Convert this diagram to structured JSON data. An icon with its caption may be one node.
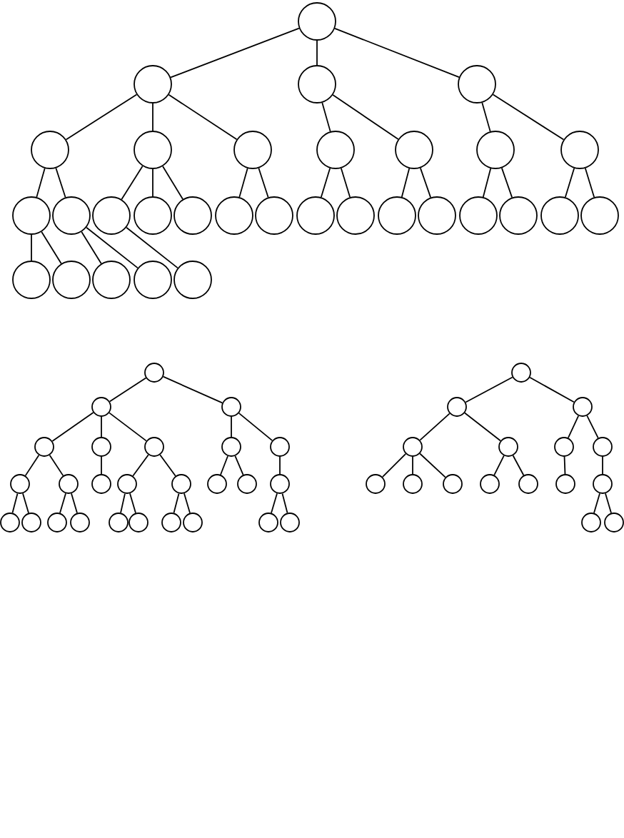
{
  "diagram": {
    "nodes": [
      {
        "text": [],
        "shape": "circle"
      },
      {
        "text": [],
        "shape": "circle"
      },
      {
        "text": [],
        "shape": "circle"
      },
      {
        "text": [],
        "shape": "circle"
      },
      {
        "text": [],
        "shape": "circle"
      },
      {
        "text": [],
        "shape": "circle"
      },
      {
        "text": [],
        "shape": "circle"
      },
      {
        "text": [],
        "shape": "circle"
      },
      {
        "text": [],
        "shape": "circle"
      },
      {
        "text": [],
        "shape": "circle"
      },
      {
        "text": [],
        "shape": "circle"
      },
      {
        "text": [],
        "shape": "circle"
      },
      {
        "text": [],
        "shape": "circle"
      },
      {
        "text": [],
        "shape": "circle"
      },
      {
        "text": [],
        "shape": "circle"
      },
      {
        "text": [],
        "shape": "circle"
      },
      {
        "text": [],
        "shape": "circle"
      },
      {
        "text": [],
        "shape": "circle"
      },
      {
        "text": [],
        "shape": "circle"
      },
      {
        "text": [],
        "shape": "circle"
      },
      {
        "text": [],
        "shape": "circle"
      },
      {
        "text": [],
        "shape": "circle"
      },
      {
        "text": [],
        "shape": "circle"
      },
      {
        "text": [],
        "shape": "circle"
      },
      {
        "text": [],
        "shape": "circle"
      },
      {
        "text": [],
        "shape": "circle"
      },
      {
        "text": [],
        "shape": "circle"
      },
      {
        "text": [],
        "shape": "circle"
      },
      {
        "text": [],
        "shape": "circle"
      },
      {
        "text": [],
        "shape": "circle"
      },
      {
        "text": [],
        "shape": "circle"
      },
      {
        "text": [],
        "shape": "circle"
      },
      {
        "text": [],
        "shape": "circle"
      },
      {
        "text": [],
        "shape": "circle"
      },
      {
        "text": [],
        "shape": "circle"
      },
      {
        "text": [],
        "shape": "circle"
      },
      {
        "text": [],
        "shape": "circle"
      },
      {
        "text": [],
        "shape": "circle"
      },
      {
        "text": [],
        "shape": "circle"
      },
      {
        "text": [],
        "shape": "circle"
      },
      {
        "text": [],
        "shape": "circle"
      },
      {
        "text": [],
        "shape": "circle"
      },
      {
        "text": [],
        "shape": "circle"
      },
      {
        "text": [],
        "shape": "circle"
      },
      {
        "text": [],
        "shape": "circle"
      },
      {
        "text": [],
        "shape": "circle"
      },
      {
        "text": [],
        "shape": "circle"
      },
      {
        "text": [],
        "shape": "circle"
      },
      {
        "text": [],
        "shape": "circle"
      },
      {
        "text": [],
        "shape": "circle"
      },
      {
        "text": [],
        "shape": "circle"
      },
      {
        "text": [],
        "shape": "circle"
      },
      {
        "text": [],
        "shape": "circle"
      },
      {
        "text": [],
        "shape": "circle"
      },
      {
        "text": [],
        "shape": "circle"
      },
      {
        "text": [],
        "shape": "circle"
      },
      {
        "text": [],
        "shape": "circle"
      },
      {
        "text": [],
        "shape": "circle"
      },
      {
        "text": [],
        "shape": "circle"
      },
      {
        "text": [],
        "shape": "circle"
      },
      {
        "text": [],
        "shape": "circle"
      },
      {
        "text": [],
        "shape": "circle"
      },
      {
        "text": [],
        "shape": "circle"
      },
      {
        "text": [],
        "shape": "circle"
      },
      {
        "text": [],
        "shape": "circle"
      },
      {
        "text": [],
        "shape": "circle"
      },
      {
        "text": [],
        "shape": "circle"
      },
      {
        "text": [],
        "shape": "circle"
      },
      {
        "text": [],
        "shape": "circle"
      },
      {
        "text": [],
        "shape": "circle"
      },
      {
        "text": [],
        "shape": "circle"
      },
      {
        "text": [],
        "shape": "circle"
      },
      {
        "text": [],
        "shape": "circle"
      }
    ],
    "edges": [
      {
        "from": 0,
        "to": 1,
        "arrow": "none"
      },
      {
        "from": 0,
        "to": 2,
        "arrow": "none"
      },
      {
        "from": 0,
        "to": 3,
        "arrow": "none"
      },
      {
        "from": 1,
        "to": 4,
        "arrow": "none"
      },
      {
        "from": 1,
        "to": 5,
        "arrow": "none"
      },
      {
        "from": 1,
        "to": 6,
        "arrow": "none"
      },
      {
        "from": 2,
        "to": 7,
        "arrow": "none"
      },
      {
        "from": 2,
        "to": 8,
        "arrow": "none"
      },
      {
        "from": 3,
        "to": 9,
        "arrow": "none"
      },
      {
        "from": 3,
        "to": 10,
        "arrow": "none"
      },
      {
        "from": 4,
        "to": 11,
        "arrow": "none"
      },
      {
        "from": 4,
        "to": 12,
        "arrow": "none"
      },
      {
        "from": 5,
        "to": 13,
        "arrow": "none"
      },
      {
        "from": 5,
        "to": 14,
        "arrow": "none"
      },
      {
        "from": 5,
        "to": 15,
        "arrow": "none"
      },
      {
        "from": 6,
        "to": 16,
        "arrow": "none"
      },
      {
        "from": 6,
        "to": 17,
        "arrow": "none"
      },
      {
        "from": 7,
        "to": 18,
        "arrow": "none"
      },
      {
        "from": 7,
        "to": 19,
        "arrow": "none"
      },
      {
        "from": 8,
        "to": 20,
        "arrow": "none"
      },
      {
        "from": 8,
        "to": 21,
        "arrow": "none"
      },
      {
        "from": 9,
        "to": 22,
        "arrow": "none"
      },
      {
        "from": 9,
        "to": 23,
        "arrow": "none"
      },
      {
        "from": 10,
        "to": 24,
        "arrow": "none"
      },
      {
        "from": 10,
        "to": 25,
        "arrow": "none"
      },
      {
        "from": 11,
        "to": 26,
        "arrow": "none"
      },
      {
        "from": 11,
        "to": 27,
        "arrow": "none"
      },
      {
        "from": 12,
        "to": 28,
        "arrow": "none"
      },
      {
        "from": 12,
        "to": 29,
        "arrow": "none"
      },
      {
        "from": 13,
        "to": 30,
        "arrow": "none"
      },
      {
        "from": 31,
        "to": 32,
        "arrow": "none"
      },
      {
        "from": 31,
        "to": 33,
        "arrow": "none"
      },
      {
        "from": 32,
        "to": 34,
        "arrow": "none"
      },
      {
        "from": 32,
        "to": 35,
        "arrow": "none"
      },
      {
        "from": 32,
        "to": 36,
        "arrow": "none"
      },
      {
        "from": 33,
        "to": 37,
        "arrow": "none"
      },
      {
        "from": 33,
        "to": 38,
        "arrow": "none"
      },
      {
        "from": 34,
        "to": 39,
        "arrow": "none"
      },
      {
        "from": 34,
        "to": 40,
        "arrow": "none"
      },
      {
        "from": 35,
        "to": 41,
        "arrow": "none"
      },
      {
        "from": 36,
        "to": 42,
        "arrow": "none"
      },
      {
        "from": 36,
        "to": 43,
        "arrow": "none"
      },
      {
        "from": 37,
        "to": 44,
        "arrow": "none"
      },
      {
        "from": 37,
        "to": 45,
        "arrow": "none"
      },
      {
        "from": 38,
        "to": 46,
        "arrow": "none"
      },
      {
        "from": 39,
        "to": 47,
        "arrow": "none"
      },
      {
        "from": 39,
        "to": 48,
        "arrow": "none"
      },
      {
        "from": 40,
        "to": 49,
        "arrow": "none"
      },
      {
        "from": 40,
        "to": 50,
        "arrow": "none"
      },
      {
        "from": 42,
        "to": 51,
        "arrow": "none"
      },
      {
        "from": 42,
        "to": 52,
        "arrow": "none"
      },
      {
        "from": 43,
        "to": 53,
        "arrow": "none"
      },
      {
        "from": 43,
        "to": 54,
        "arrow": "none"
      },
      {
        "from": 46,
        "to": 55,
        "arrow": "none"
      },
      {
        "from": 46,
        "to": 56,
        "arrow": "none"
      },
      {
        "from": 57,
        "to": 58,
        "arrow": "none"
      },
      {
        "from": 57,
        "to": 59,
        "arrow": "none"
      },
      {
        "from": 58,
        "to": 60,
        "arrow": "none"
      },
      {
        "from": 58,
        "to": 61,
        "arrow": "none"
      },
      {
        "from": 59,
        "to": 62,
        "arrow": "none"
      },
      {
        "from": 59,
        "to": 63,
        "arrow": "none"
      },
      {
        "from": 60,
        "to": 64,
        "arrow": "none"
      },
      {
        "from": 60,
        "to": 65,
        "arrow": "none"
      },
      {
        "from": 60,
        "to": 66,
        "arrow": "none"
      },
      {
        "from": 61,
        "to": 67,
        "arrow": "none"
      },
      {
        "from": 61,
        "to": 68,
        "arrow": "none"
      },
      {
        "from": 62,
        "to": 69,
        "arrow": "none"
      },
      {
        "from": 63,
        "to": 70,
        "arrow": "none"
      },
      {
        "from": 70,
        "to": 71,
        "arrow": "none"
      },
      {
        "from": 70,
        "to": 72,
        "arrow": "none"
      }
    ]
  }
}
